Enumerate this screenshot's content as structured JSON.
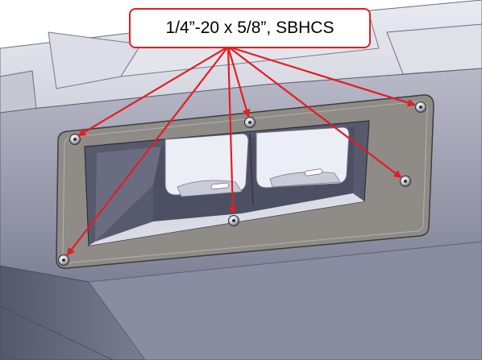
{
  "callout": {
    "label": "1/4”-20 x 5/8”, SBHCS",
    "border_color": "#e51c23",
    "arrow_color": "#e51c23"
  },
  "figure": {
    "subject": "CAD view of rear bumper with mounting plate",
    "fastener_count": 6
  }
}
